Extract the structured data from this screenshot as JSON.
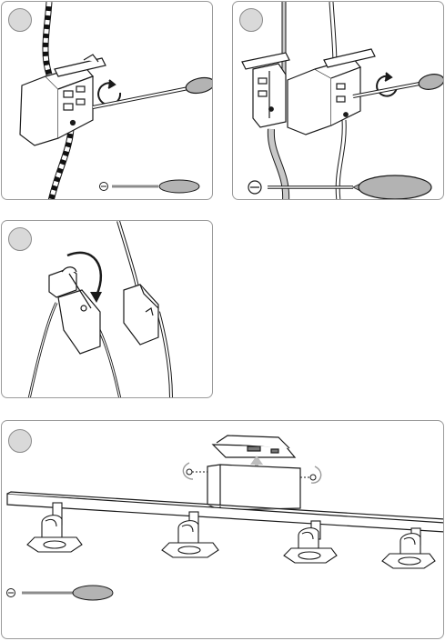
{
  "panels": [
    {
      "id": "step-1",
      "symbol": "⊖"
    },
    {
      "id": "step-2",
      "symbol": "⊖"
    },
    {
      "id": "step-3"
    },
    {
      "id": "step-4",
      "symbol": "⊖"
    }
  ],
  "colors": {
    "outline": "#1a1a1a",
    "handle": "#b3b3b3",
    "badge": "#d9d9d9",
    "wire_insulation": "#c8c8c8",
    "arrow_up": "#bdbdbd"
  },
  "icons": [
    "rotate-arrow-icon",
    "screwdriver-icon",
    "slotted-screwdriver-symbol-icon",
    "up-arrow-icon"
  ]
}
